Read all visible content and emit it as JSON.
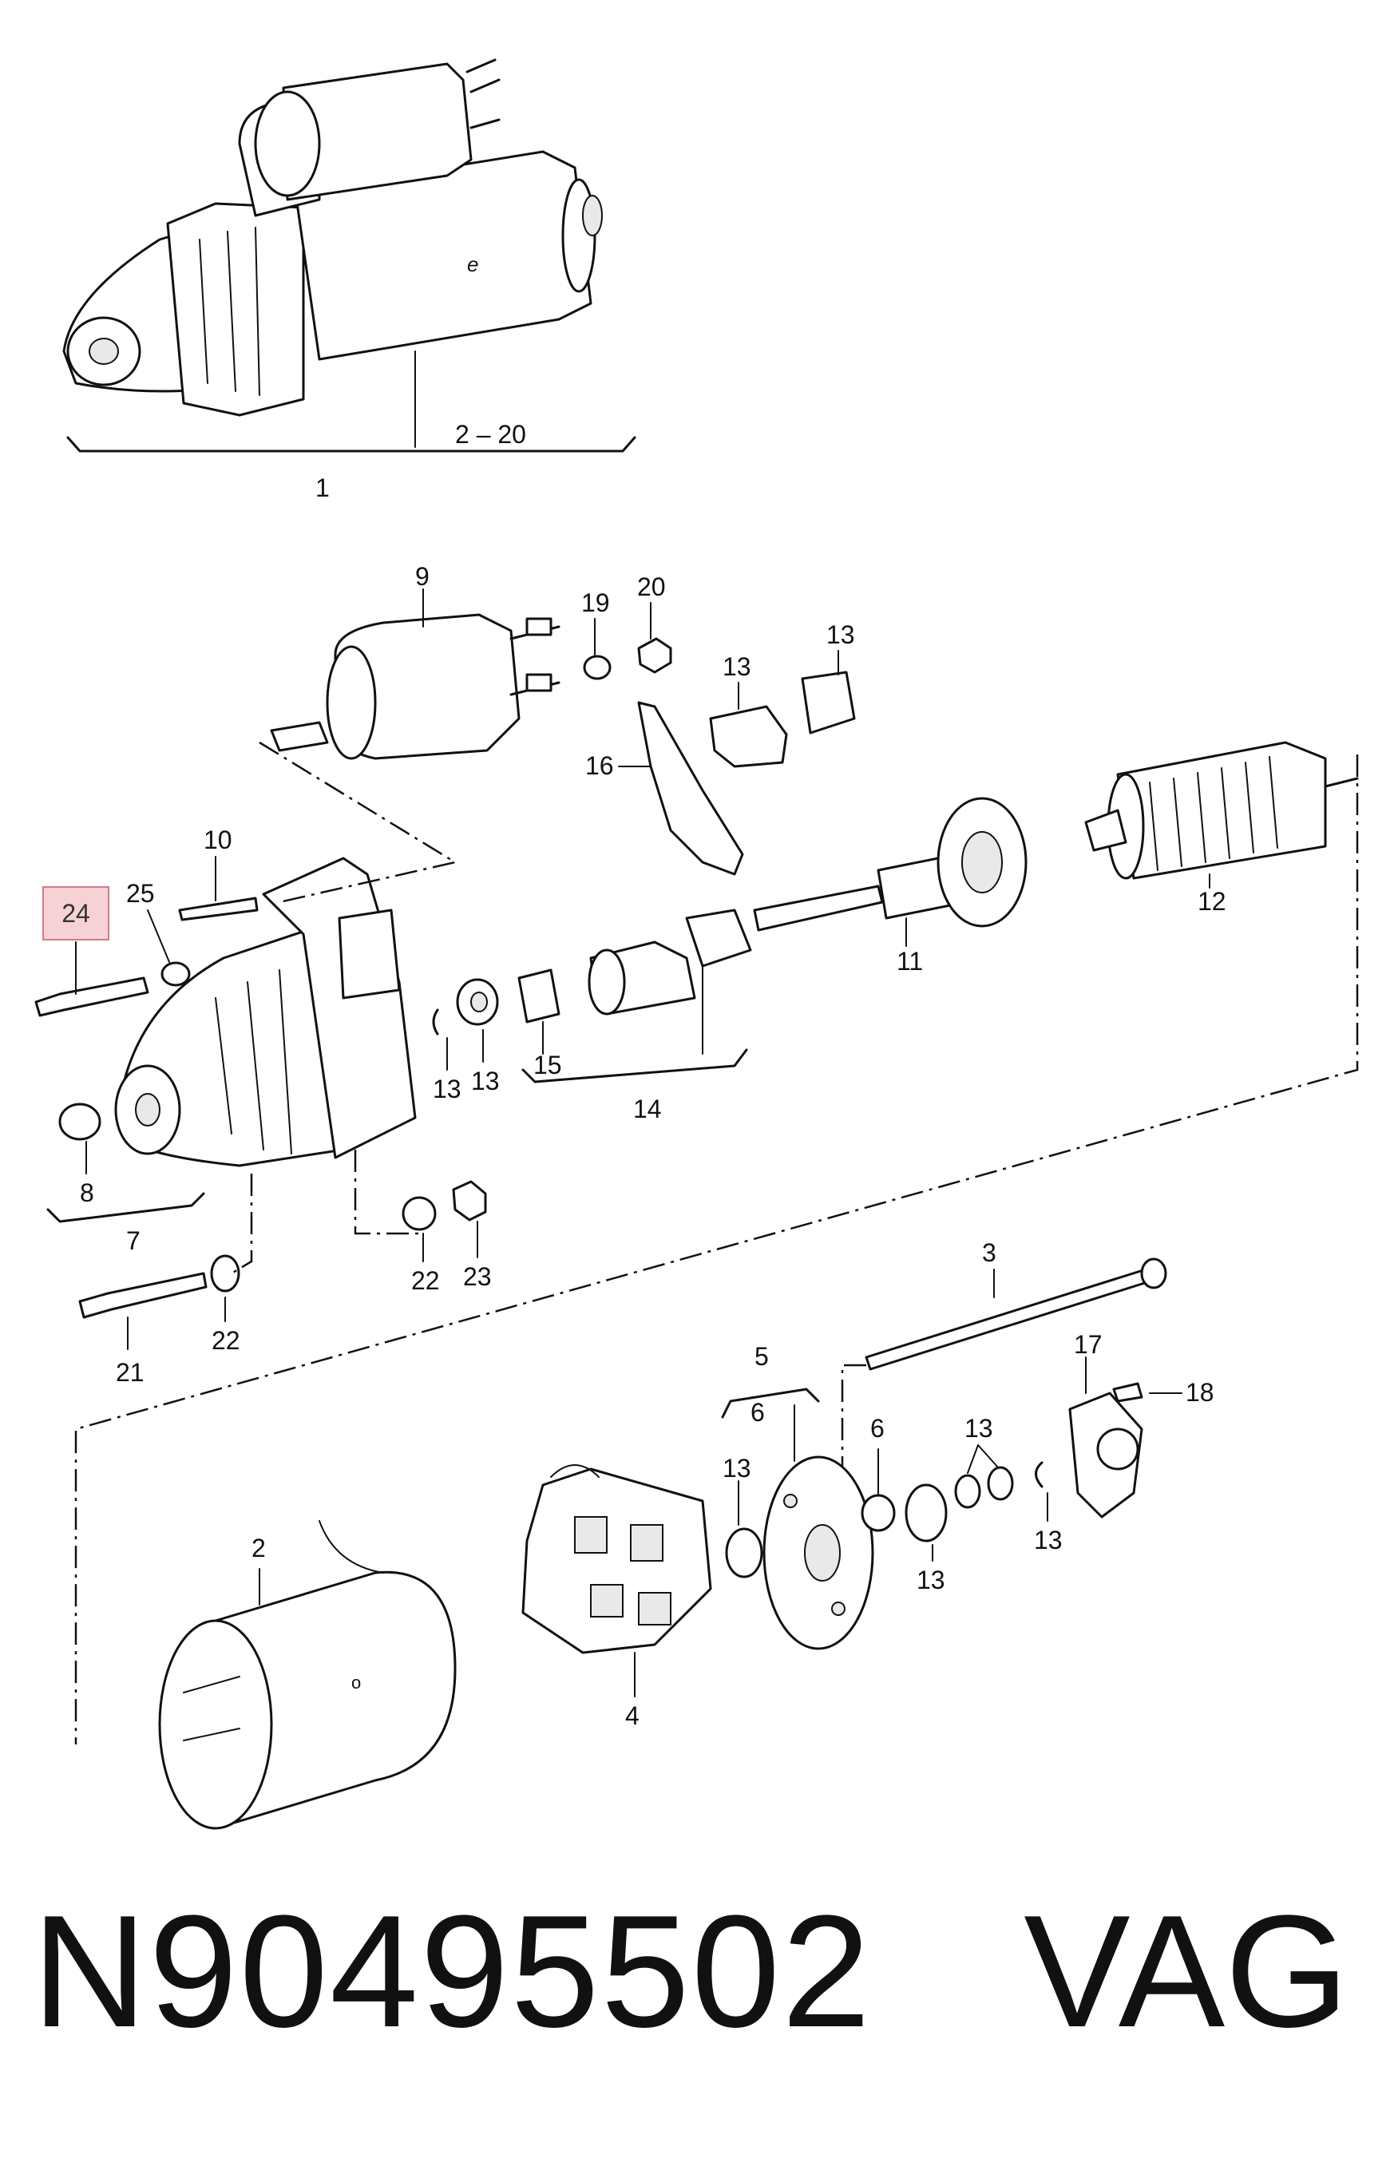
{
  "callouts": {
    "c1": "1",
    "c2_20": "2 – 20",
    "c9": "9",
    "c19": "19",
    "c20": "20",
    "c13a": "13",
    "c13b": "13",
    "c16": "16",
    "c10": "10",
    "c25": "25",
    "c12": "12",
    "c11": "11",
    "c13c": "13",
    "c13d": "13",
    "c15": "15",
    "c14": "14",
    "c8": "8",
    "c7": "7",
    "c22a": "22",
    "c23": "23",
    "c21": "21",
    "c22b": "22",
    "c3": "3",
    "c17": "17",
    "c18": "18",
    "c5": "5",
    "c6a": "6",
    "c6b": "6",
    "c13e": "13",
    "c13f": "13",
    "c13g": "13",
    "c13h": "13",
    "c2": "2",
    "c4": "4"
  },
  "highlight": {
    "label": "24",
    "color": "#f6d2d6"
  },
  "footer": {
    "part_number": "N90495502",
    "brand": "VAG"
  }
}
